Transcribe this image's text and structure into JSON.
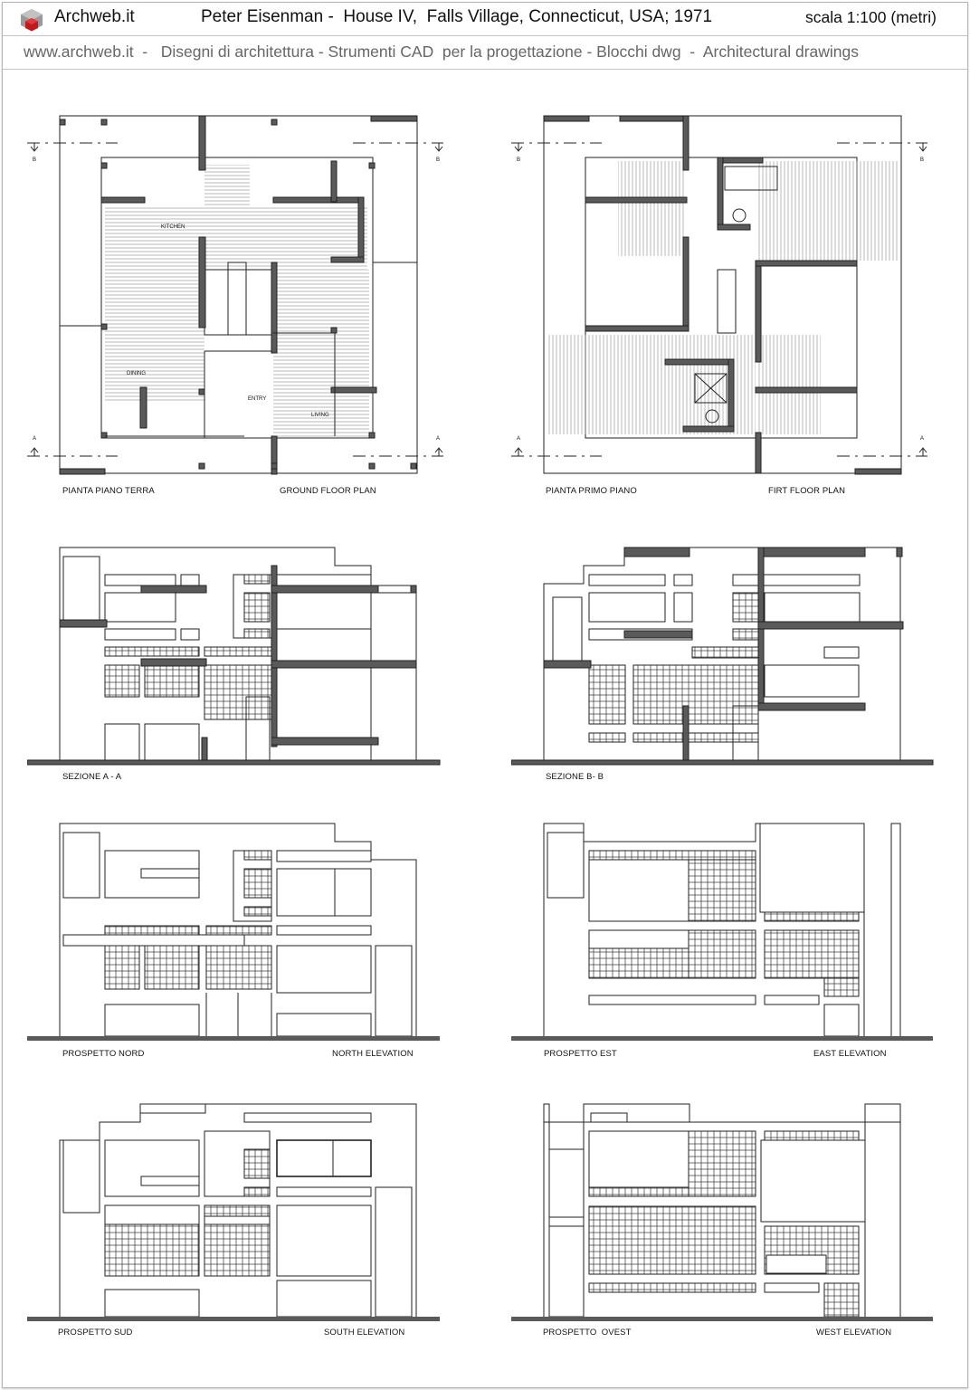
{
  "header": {
    "brand": "Archweb.it",
    "title": "Peter Eisenman -  House IV,  Falls Village, Connecticut, USA; 1971",
    "scale": "scala 1:100 (metri)",
    "subtitle": "www.archweb.it  -   Disegni di architettura - Strumenti CAD  per la progettazione - Blocchi dwg  -  Architectural drawings",
    "logo_icon": "cube-logo-icon",
    "colors": {
      "logo_grey": "#8a8a8a",
      "logo_red": "#c0191e",
      "subtitle_grey": "#666666",
      "wall_fill": "#5a5a5a"
    }
  },
  "drawings": {
    "ground_floor": {
      "label_it": "PIANTA PIANO TERRA",
      "label_en": "GROUND FLOOR PLAN",
      "rooms": [
        "KITCHEN",
        "DINING",
        "ENTRY",
        "LIVING"
      ],
      "section_marks": [
        "B",
        "B",
        "A",
        "A"
      ]
    },
    "first_floor": {
      "label_it": "PIANTA PRIMO PIANO",
      "label_en": "FIRT FLOOR PLAN",
      "section_marks": [
        "B",
        "B",
        "A",
        "A"
      ]
    },
    "section_aa": {
      "label_it": "SEZIONE A - A"
    },
    "section_bb": {
      "label_it": "SEZIONE B- B"
    },
    "north": {
      "label_it": "PROSPETTO NORD",
      "label_en": "NORTH ELEVATION"
    },
    "east": {
      "label_it": "PROSPETTO EST",
      "label_en": "EAST ELEVATION"
    },
    "south": {
      "label_it": "PROSPETTO SUD",
      "label_en": "SOUTH ELEVATION"
    },
    "west": {
      "label_it": "PROSPETTO  OVEST",
      "label_en": "WEST ELEVATION"
    }
  }
}
